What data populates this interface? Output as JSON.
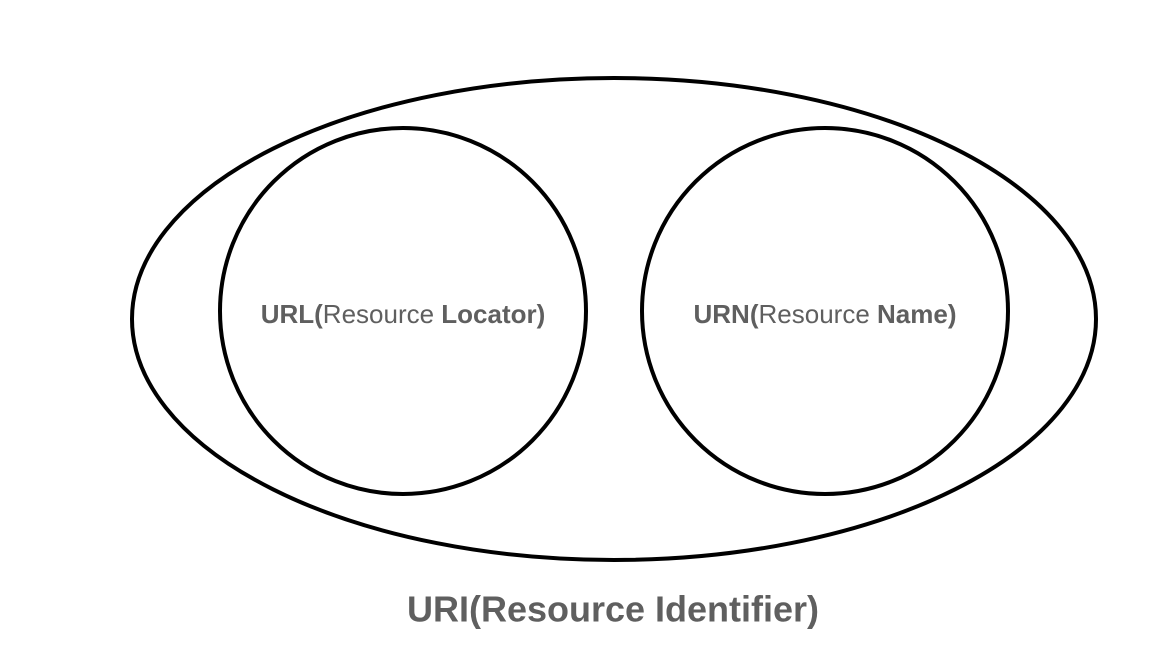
{
  "diagram": {
    "outer": {
      "label": "URI(Resource Identifier)"
    },
    "url_circle": {
      "label_prefix": "URL(",
      "label_word": "Resource ",
      "label_suffix": "Locator)"
    },
    "urn_circle": {
      "label_prefix": "URN(",
      "label_word": "Resource ",
      "label_suffix": "Name)"
    },
    "colors": {
      "stroke": "#000000",
      "text": "#5f5f5f",
      "background": "#ffffff"
    }
  }
}
